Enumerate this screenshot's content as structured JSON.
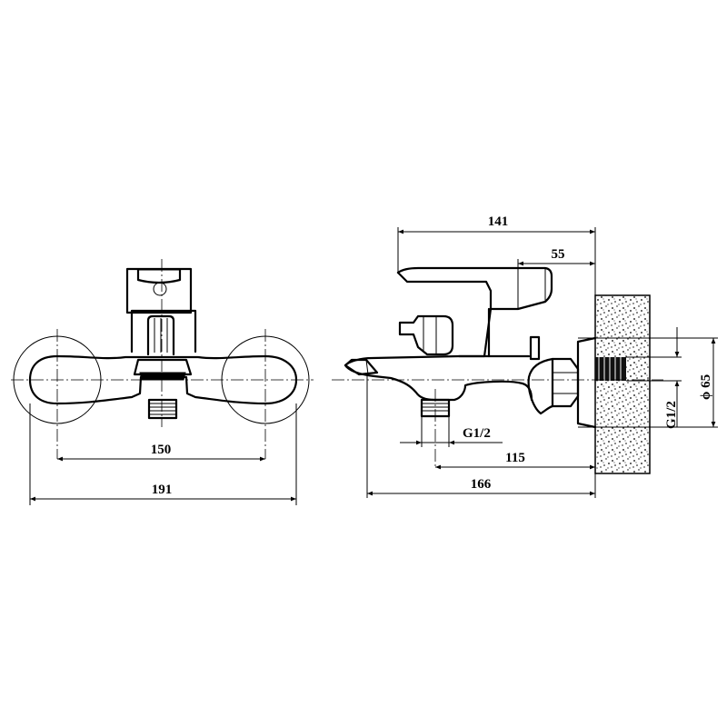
{
  "front_view": {
    "dim_150": "150",
    "dim_191": "191"
  },
  "side_view": {
    "dim_141": "141",
    "dim_55": "55",
    "dim_g12_outlet": "G1/2",
    "dim_115": "115",
    "dim_166": "166",
    "dim_g12_inlet": "G1/2",
    "dim_d65": "ϕ 65"
  }
}
